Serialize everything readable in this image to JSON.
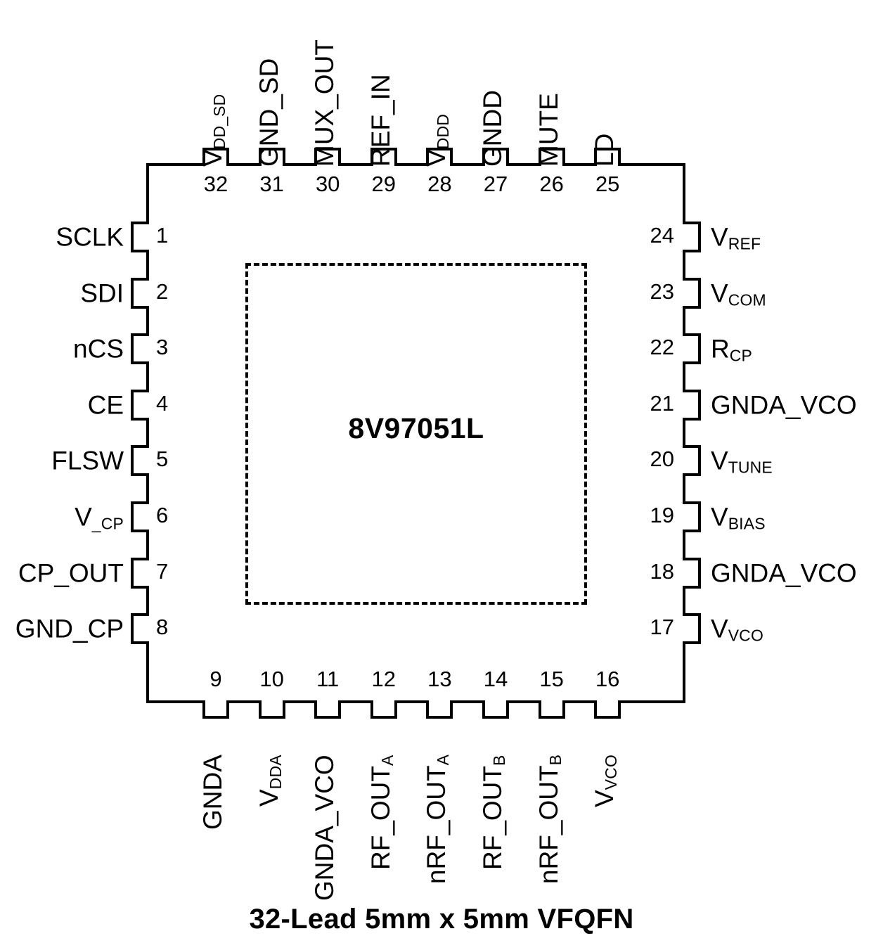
{
  "package": {
    "part_number": "8V97051L",
    "caption": "32-Lead 5mm x 5mm VFQFN",
    "outline_color": "#000000",
    "text_color": "#000000",
    "thermal_pad_style": "dashed"
  },
  "pins": {
    "left": [
      {
        "number": "1",
        "label": "SCLK"
      },
      {
        "number": "2",
        "label": "SDI"
      },
      {
        "number": "3",
        "label": "nCS"
      },
      {
        "number": "4",
        "label": "CE"
      },
      {
        "number": "5",
        "label": "FLSW"
      },
      {
        "number": "6",
        "label": "V",
        "sub": "_CP"
      },
      {
        "number": "7",
        "label": "CP_OUT"
      },
      {
        "number": "8",
        "label": "GND_CP"
      }
    ],
    "bottom": [
      {
        "number": "9",
        "label": "GNDA"
      },
      {
        "number": "10",
        "label": "V",
        "sub": "DDA"
      },
      {
        "number": "11",
        "label": "GNDA_VCO"
      },
      {
        "number": "12",
        "label": "RF_OUT",
        "sub": "A"
      },
      {
        "number": "13",
        "label": "nRF_OUT",
        "sub": "A"
      },
      {
        "number": "14",
        "label": "RF_OUT",
        "sub": "B"
      },
      {
        "number": "15",
        "label": "nRF_OUT",
        "sub": "B"
      },
      {
        "number": "16",
        "label": "V",
        "sub": "VCO"
      }
    ],
    "right": [
      {
        "number": "17",
        "label": "V",
        "sub": "VCO"
      },
      {
        "number": "18",
        "label": "GNDA_VCO"
      },
      {
        "number": "19",
        "label": "V",
        "sub": "BIAS"
      },
      {
        "number": "20",
        "label": "V",
        "sub": "TUNE"
      },
      {
        "number": "21",
        "label": "GNDA_VCO"
      },
      {
        "number": "22",
        "label": "R",
        "sub": "CP"
      },
      {
        "number": "23",
        "label": "V",
        "sub": "COM"
      },
      {
        "number": "24",
        "label": "V",
        "sub": "REF"
      }
    ],
    "top": [
      {
        "number": "25",
        "label": "LD"
      },
      {
        "number": "26",
        "label": "MUTE"
      },
      {
        "number": "27",
        "label": "GNDD"
      },
      {
        "number": "28",
        "label": "V",
        "sub": "DDD"
      },
      {
        "number": "29",
        "label": "REF_IN"
      },
      {
        "number": "30",
        "label": "MUX_OUT"
      },
      {
        "number": "31",
        "label": "GND_SD"
      },
      {
        "number": "32",
        "label": "V",
        "sub": "DD_SD"
      }
    ]
  }
}
